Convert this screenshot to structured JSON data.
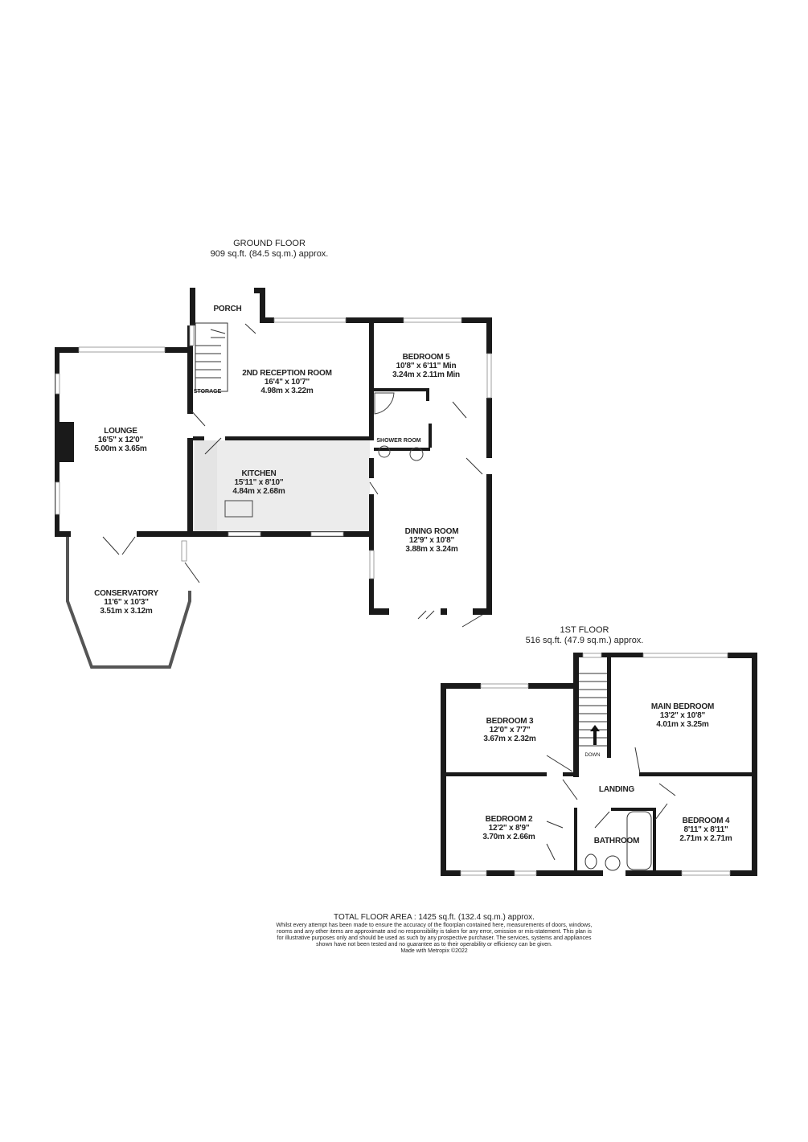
{
  "ground_floor": {
    "title": "GROUND FLOOR",
    "area": "909 sq.ft. (84.5 sq.m.) approx.",
    "rooms": {
      "porch": {
        "name": "PORCH"
      },
      "storage": {
        "name": "STORAGE"
      },
      "reception": {
        "name": "2ND RECEPTION ROOM",
        "imperial": "16'4\"  x 10'7\"",
        "metric": "4.98m  x 3.22m"
      },
      "bedroom5": {
        "name": "BEDROOM 5",
        "imperial": "10'8\"  x 6'11\" Min",
        "metric": "3.24m  x 2.11m Min"
      },
      "lounge": {
        "name": "LOUNGE",
        "imperial": "16'5\"  x 12'0\"",
        "metric": "5.00m  x 3.65m"
      },
      "shower": {
        "name": "SHOWER ROOM"
      },
      "kitchen": {
        "name": "KITCHEN",
        "imperial": "15'11\"  x 8'10\"",
        "metric": "4.84m  x 2.68m"
      },
      "dining": {
        "name": "DINING ROOM",
        "imperial": "12'9\"  x 10'8\"",
        "metric": "3.88m  x 3.24m"
      },
      "conservatory": {
        "name": "CONSERVATORY",
        "imperial": "11'6\"  x 10'3\"",
        "metric": "3.51m  x 3.12m"
      }
    }
  },
  "first_floor": {
    "title": "1ST FLOOR",
    "area": "516 sq.ft. (47.9 sq.m.) approx.",
    "rooms": {
      "bedroom3": {
        "name": "BEDROOM 3",
        "imperial": "12'0\"  x 7'7\"",
        "metric": "3.67m  x 2.32m"
      },
      "main": {
        "name": "MAIN BEDROOM",
        "imperial": "13'2\"  x 10'8\"",
        "metric": "4.01m  x 3.25m"
      },
      "down": {
        "name": "DOWN"
      },
      "landing": {
        "name": "LANDING"
      },
      "bedroom2": {
        "name": "BEDROOM 2",
        "imperial": "12'2\"  x 8'9\"",
        "metric": "3.70m  x 2.66m"
      },
      "bathroom": {
        "name": "BATHROOM"
      },
      "bedroom4": {
        "name": "BEDROOM 4",
        "imperial": "8'11\"  x 8'11\"",
        "metric": "2.71m  x 2.71m"
      }
    }
  },
  "footer": {
    "total": "TOTAL FLOOR AREA : 1425 sq.ft. (132.4 sq.m.) approx.",
    "disclaimer": "Whilst every attempt has been made to ensure the accuracy of the floorplan contained here, measurements of doors, windows, rooms and any other items are approximate and no responsibility is taken for any error, omission or mis-statement. This plan is for illustrative purposes only and should be used as such by any prospective purchaser. The services, systems and appliances shown have not been tested and no guarantee as to their operability or efficiency can be given.",
    "credit": "Made with Metropix ©2022"
  },
  "colors": {
    "wall": "#1a1a1a",
    "window": "#ffffff",
    "counter": "#e6e6e6"
  }
}
